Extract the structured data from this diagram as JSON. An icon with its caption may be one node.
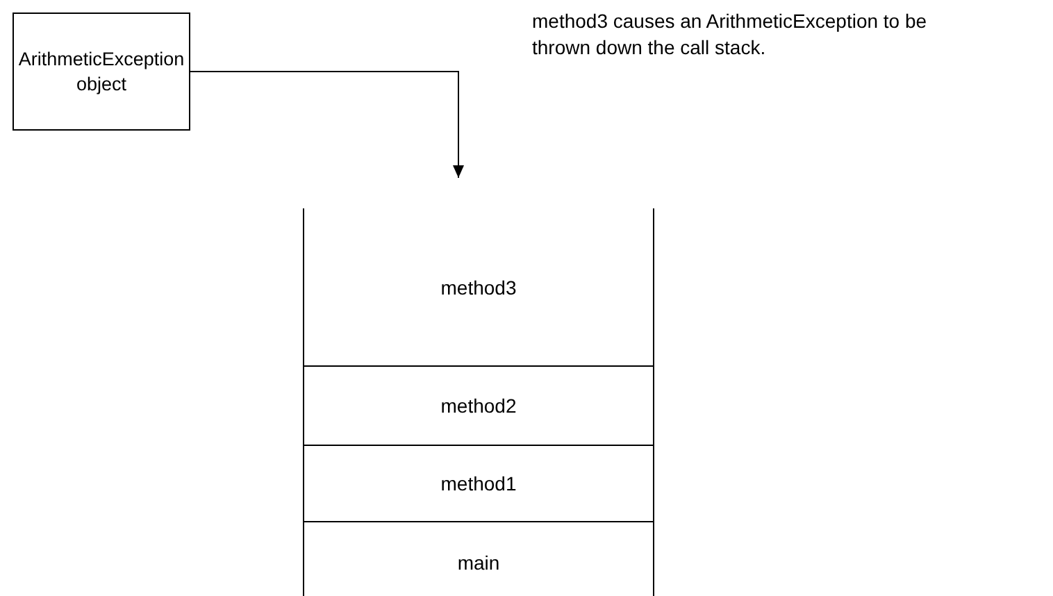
{
  "diagram": {
    "nodes": [
      {
        "text": [
          "ArithmeticException object"
        ]
      },
      {
        "text": [
          "method3"
        ]
      },
      {
        "text": [
          "method2"
        ]
      },
      {
        "text": [
          "method1"
        ]
      },
      {
        "text": [
          "main"
        ]
      }
    ],
    "edges": [
      {
        "from": 0,
        "to": 1,
        "arrow": "to"
      }
    ],
    "labels": [
      "method3 causes an ArithmeticException to be thrown down the call stack."
    ]
  }
}
